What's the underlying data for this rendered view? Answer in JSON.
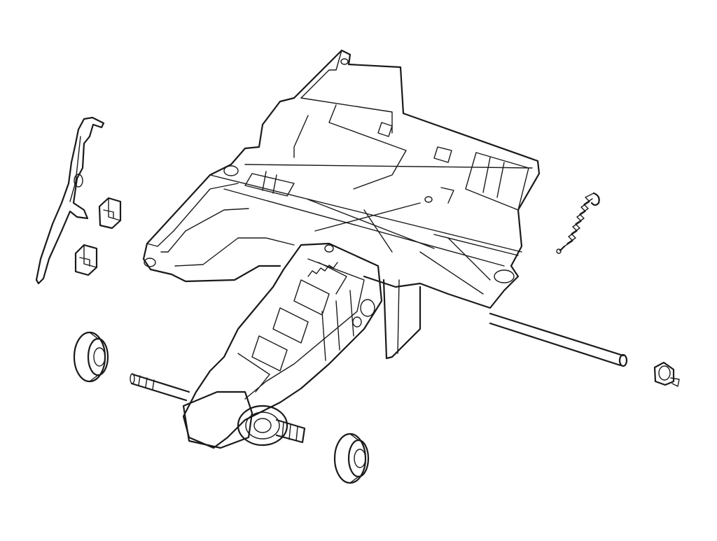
{
  "diagram": {
    "kind": "exploded-view line drawing",
    "line_color": "#1a1a1a",
    "background": "#ffffff",
    "parts": [
      "main-frame",
      "lever-arm",
      "bracket-clip-upper",
      "bracket-clip-lower",
      "tension-spring",
      "pickup-assembly",
      "drive-shaft",
      "roller-left",
      "roller-bottom",
      "shaft-bushing"
    ]
  }
}
